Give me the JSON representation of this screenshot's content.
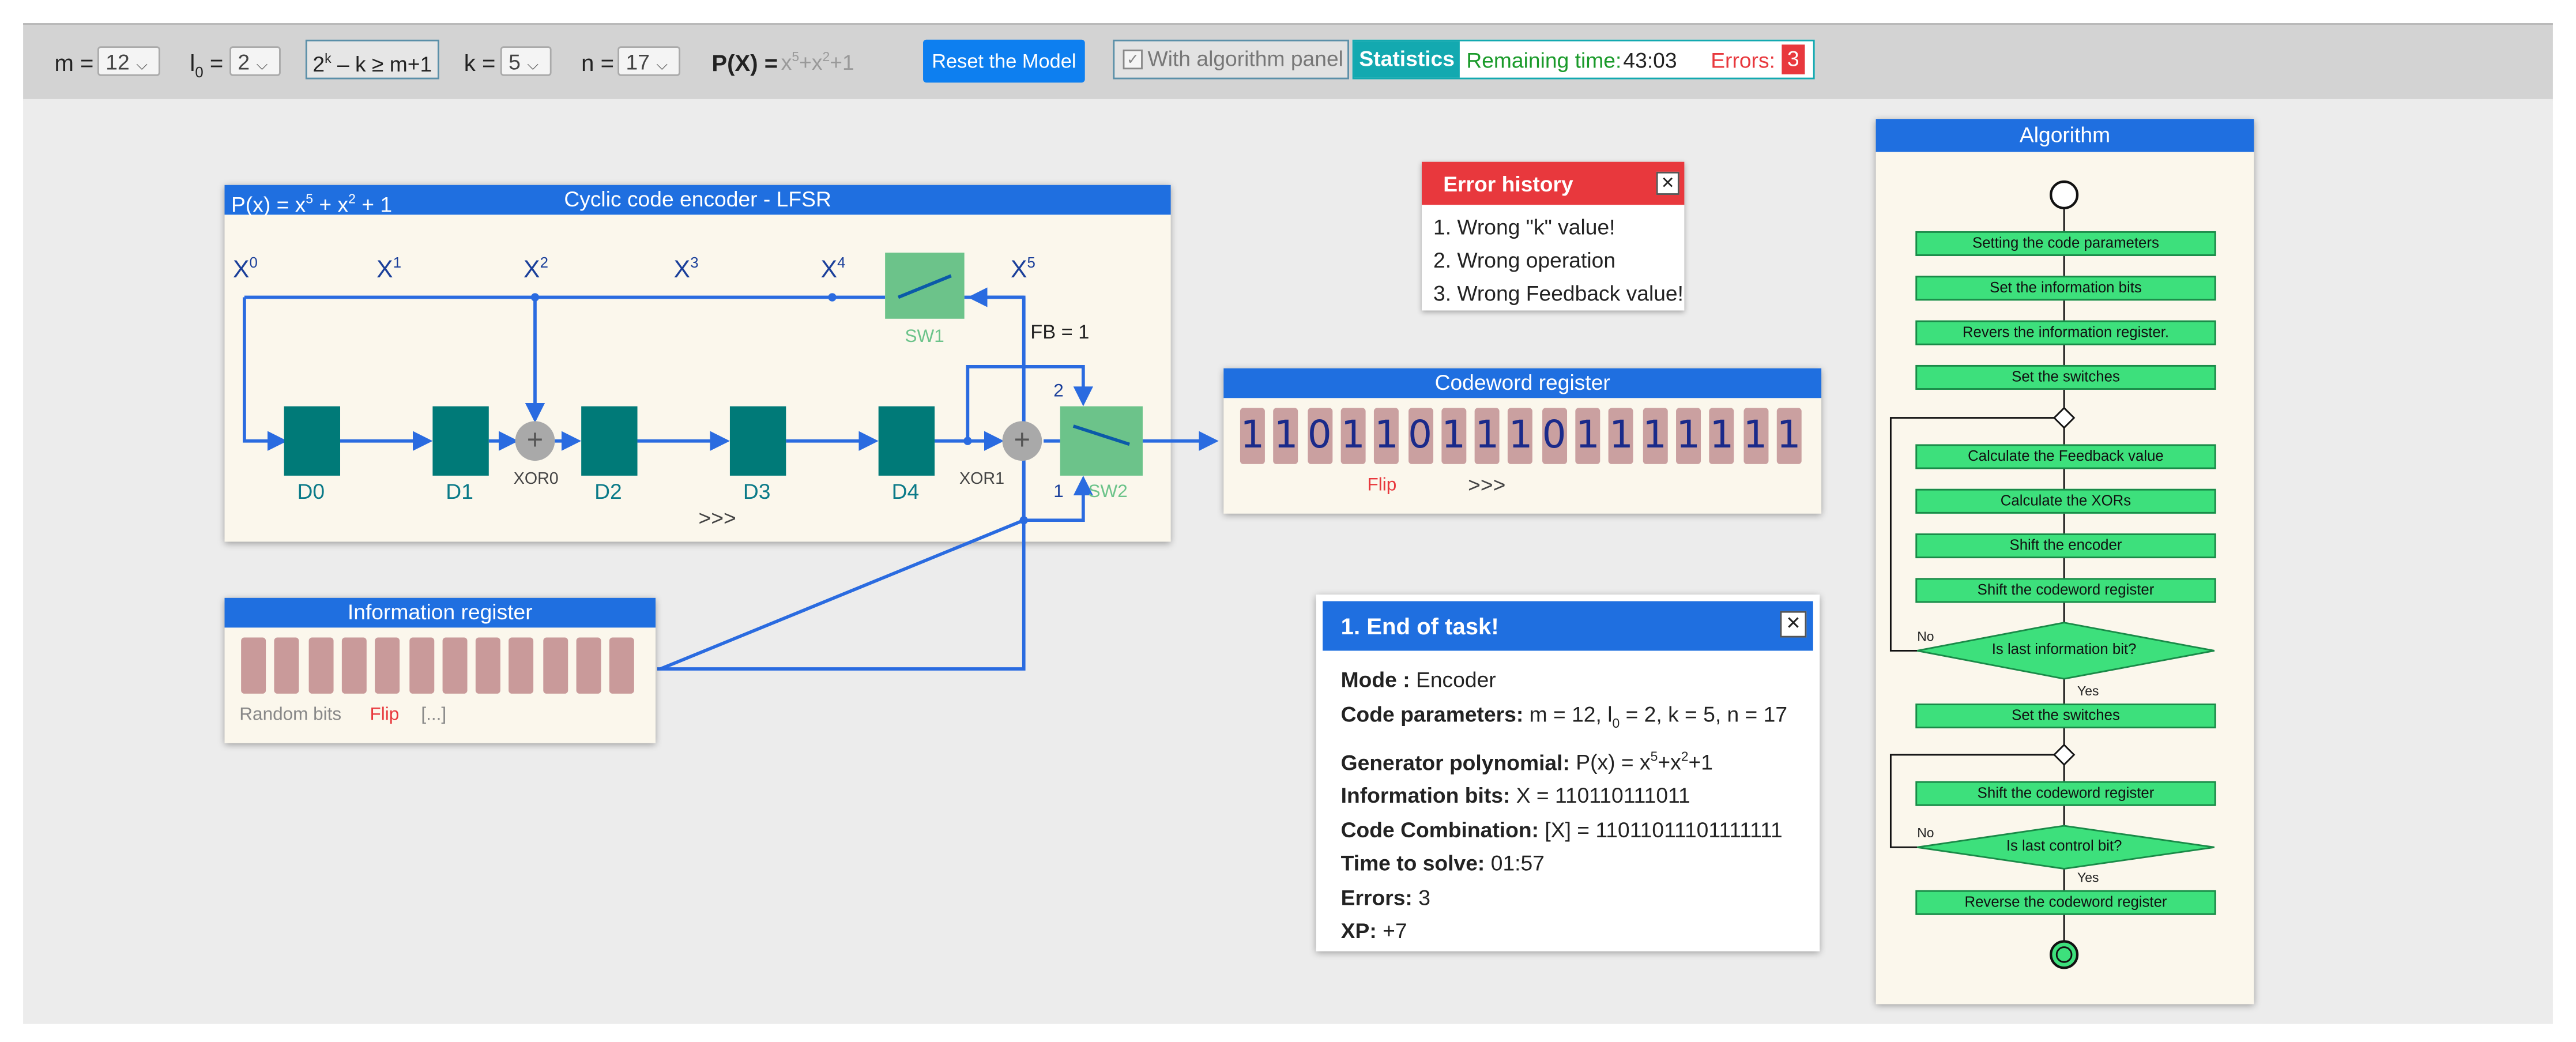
{
  "toolbar": {
    "m_label": "m =",
    "m_value": "12",
    "l0_label": "l0 =",
    "l0_value": "2",
    "condition_a": "2",
    "condition_exp": "k",
    "condition_b": " – k ≥ m+1",
    "k_label": "k =",
    "k_value": "5",
    "n_label": "n =",
    "n_value": "17",
    "px_label": "P(X) =",
    "px_value": "x5+x2+1",
    "reset_label": "Reset the Model",
    "algo_checkbox_label": "With algorithm panel",
    "statistics_label": "Statistics",
    "remaining_label": "Remaining time:",
    "remaining_value": "43:03",
    "errors_label": "Errors:",
    "errors_value": "3"
  },
  "encoder": {
    "poly": "P(x) = x5 + x2 + 1",
    "title": "Cyclic code encoder - LFSR",
    "x_labels": [
      "X0",
      "X1",
      "X2",
      "X3",
      "X4",
      "X5"
    ],
    "registers": [
      "D0",
      "D1",
      "D2",
      "D3",
      "D4"
    ],
    "xor_labels": [
      "XOR0",
      "XOR1"
    ],
    "sw1": "SW1",
    "sw2": "SW2",
    "fb": "FB = 1",
    "sw2_pos_top": "2",
    "sw2_pos_bottom": "1",
    "more": ">>>"
  },
  "info_register": {
    "title": "Information register",
    "random_label": "Random bits",
    "flip_label": "Flip",
    "more_label": "[...]",
    "cells": 12
  },
  "codeword": {
    "title": "Codeword register",
    "bits": [
      "1",
      "1",
      "0",
      "1",
      "1",
      "0",
      "1",
      "1",
      "1",
      "0",
      "1",
      "1",
      "1",
      "1",
      "1",
      "1",
      "1"
    ],
    "flip_label": "Flip",
    "more": ">>>"
  },
  "error_history": {
    "title": "Error history",
    "items": [
      "1. Wrong \"k\" value!",
      "2. Wrong operation",
      "3. Wrong Feedback value!"
    ]
  },
  "end_task": {
    "title": "1. End of task!",
    "mode_label": "Mode :",
    "mode_value": "Encoder",
    "params_label": "Code parameters:",
    "params_value": "m = 12, l0 = 2, k = 5, n = 17",
    "gen_label": "Generator polynomial:",
    "gen_value": "P(x) = x5+x2+1",
    "info_label": "Information bits:",
    "info_value": "X = 110110111011",
    "comb_label": "Code Combination:",
    "comb_value": "[X] = 11011011101111111",
    "time_label": "Time to solve:",
    "time_value": "01:57",
    "errors_label": "Errors:",
    "errors_value": "3",
    "xp_label": "XP:",
    "xp_value": "+7"
  },
  "algorithm": {
    "title": "Algorithm",
    "steps": [
      "Setting the code parameters",
      "Set the information bits",
      "Revers the information register.",
      "Set the switches",
      "Calculate the Feedback value",
      "Calculate the XORs",
      "Shift the encoder",
      "Shift the codeword register",
      "Is last information bit?",
      "Set the switches",
      "Shift the codeword register",
      "Is last control bit?",
      "Reverse the codeword register"
    ],
    "no_label": "No",
    "yes_label": "Yes"
  },
  "colors": {
    "accent_blue": "#1f6fe0",
    "register_teal": "#007a78",
    "switch_green": "#6cc38a",
    "flow_green": "#3de07c",
    "error_red": "#e8383d",
    "stats_teal": "#13a9b0"
  }
}
